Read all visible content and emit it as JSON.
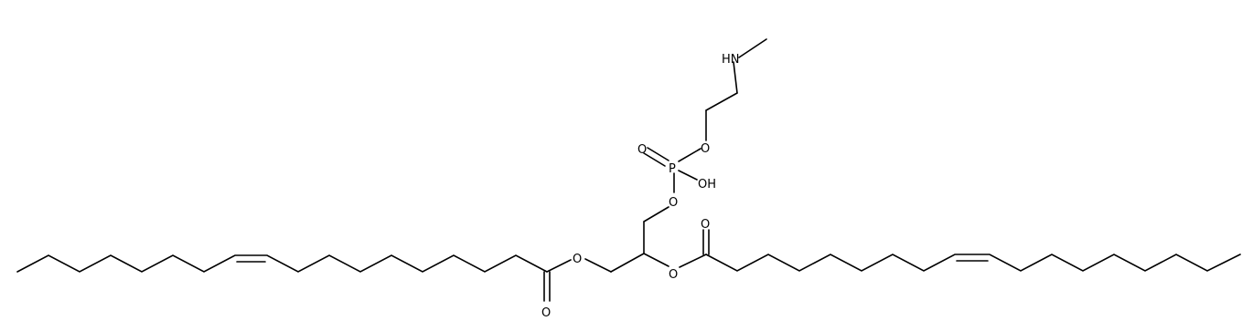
{
  "atoms": {
    "nh": "HN",
    "o_top": "O",
    "o_double": "O",
    "p": "P",
    "oh": "OH",
    "o_lower": "O",
    "o_ester_left": "O",
    "o_ester_right": "O",
    "o_carbonyl_right": "O",
    "o_carbonyl_left": "O"
  }
}
